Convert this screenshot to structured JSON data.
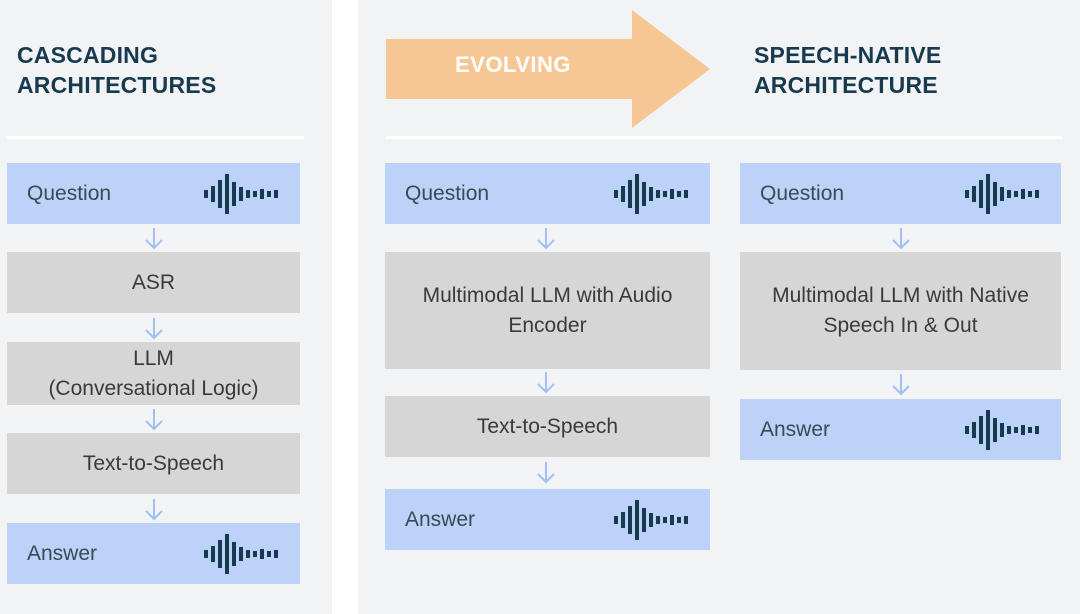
{
  "colors": {
    "panel_bg": "#f2f3f5",
    "blue_box": "#bcd2f8",
    "gray_box": "#d6d6d6",
    "title": "#173a4f",
    "icon": "#173a4f",
    "connector": "#9fc0f4",
    "evolving_arrow": "#f6c795"
  },
  "left": {
    "title_line1": "CASCADING",
    "title_line2": "ARCHITECTURES",
    "question": "Question",
    "asr": "ASR",
    "llm_line1": "LLM",
    "llm_line2": "(Conversational Logic)",
    "tts": "Text-to-Speech",
    "answer": "Answer"
  },
  "evolving": {
    "label": "EVOLVING"
  },
  "middle": {
    "question": "Question",
    "llm_line1": "Multimodal LLM with Audio",
    "llm_line2": "Encoder",
    "tts": "Text-to-Speech",
    "answer": "Answer"
  },
  "right": {
    "title_line1": "SPEECH-NATIVE",
    "title_line2": "ARCHITECTURE",
    "question": "Question",
    "llm_line1": "Multimodal LLM with Native",
    "llm_line2": "Speech In & Out",
    "answer": "Answer"
  },
  "icons": {
    "audio": "audio-waveform-icon",
    "down_arrow": "arrow-down-icon",
    "evolving": "arrow-right-icon"
  }
}
